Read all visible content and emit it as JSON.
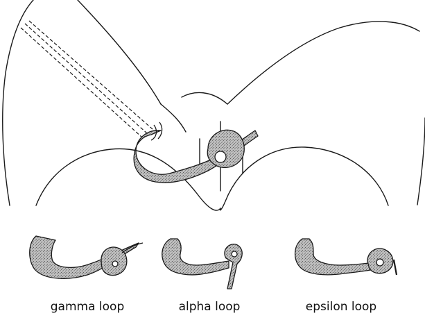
{
  "figure": {
    "colors": {
      "line": "#1a1a1a",
      "fill": "#a9a9a9",
      "background": "#ffffff"
    }
  },
  "loops": [
    {
      "label": "gamma loop"
    },
    {
      "label": "alpha loop"
    },
    {
      "label": "epsilon loop"
    }
  ]
}
